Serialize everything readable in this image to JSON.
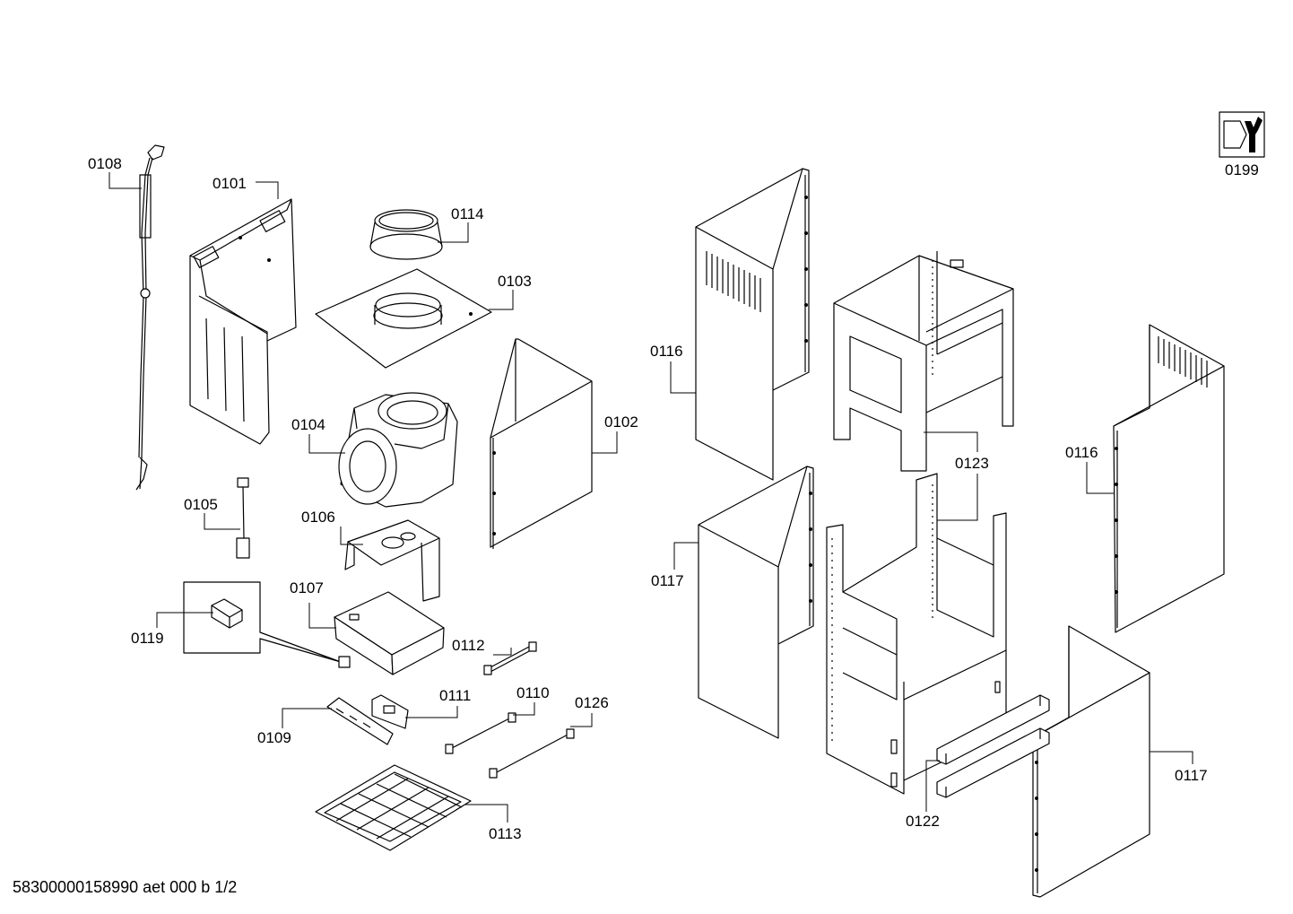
{
  "footer_code": "58300000158990 aet 000 b 1/2",
  "labels": {
    "l0108": "0108",
    "l0101": "0101",
    "l0114": "0114",
    "l0103": "0103",
    "l0104": "0104",
    "l0102": "0102",
    "l0105": "0105",
    "l0106": "0106",
    "l0107": "0107",
    "l0119": "0119",
    "l0112": "0112",
    "l0111": "0111",
    "l0110": "0110",
    "l0126": "0126",
    "l0109": "0109",
    "l0113": "0113",
    "l0116a": "0116",
    "l0123": "0123",
    "l0116b": "0116",
    "l0117a": "0117",
    "l0117b": "0117",
    "l0122": "0122",
    "l0199": "0199"
  },
  "icons": {
    "service": "wrench-nut-icon"
  }
}
